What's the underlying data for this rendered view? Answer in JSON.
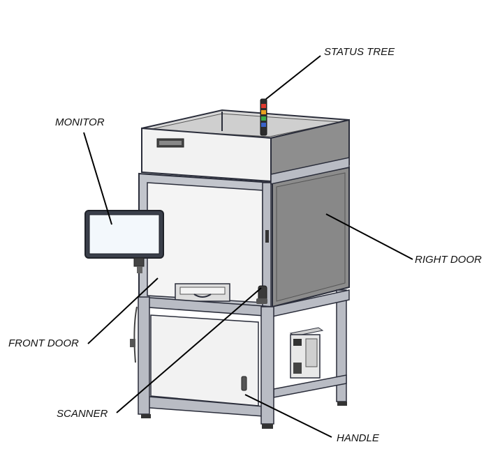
{
  "labels": {
    "status_tree": "STATUS TREE",
    "monitor": "MONITOR",
    "right_door": "RIGHT DOOR",
    "front_door": "FRONT DOOR",
    "scanner": "SCANNER",
    "handle": "HANDLE"
  },
  "colors": {
    "frame": "#b9bcc4",
    "outline": "#2a2d3a",
    "front_panel": "#f4f4f4",
    "right_panel": "#8c8c8c",
    "top_box": "#f2f2f2",
    "monitor_bezel": "#3a3f4a",
    "monitor_screen": "#f3f8fc",
    "tower_red": "#e03a2f",
    "tower_amber": "#e8a020",
    "tower_green": "#3cae4a",
    "tower_blue": "#3a62c8"
  }
}
